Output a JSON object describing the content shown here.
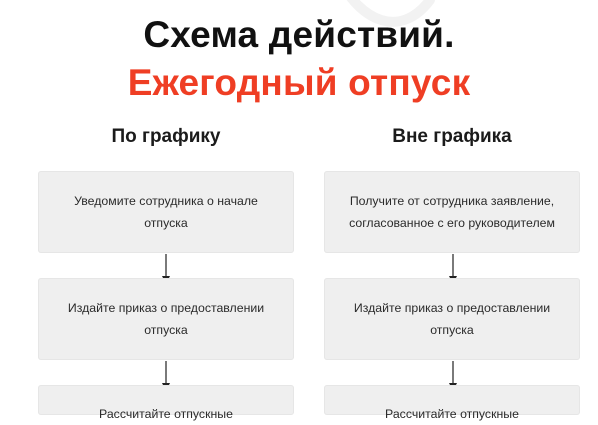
{
  "title": {
    "line1": "Схема действий.",
    "line2": "Ежегодный отпуск",
    "accent_color": "#ef3e24"
  },
  "columns": [
    {
      "header": "По графику",
      "steps": [
        "Уведомите сотрудника о начале отпуска",
        "Издайте приказ о предоставлении отпуска",
        "Рассчитайте отпускные"
      ]
    },
    {
      "header": "Вне графика",
      "steps": [
        "Получите от сотрудника заявление, согласованное с его руководителем",
        "Издайте приказ о предоставлении отпуска",
        "Рассчитайте отпускные"
      ]
    }
  ],
  "icons": {
    "arrow": "arrow-down-icon"
  }
}
